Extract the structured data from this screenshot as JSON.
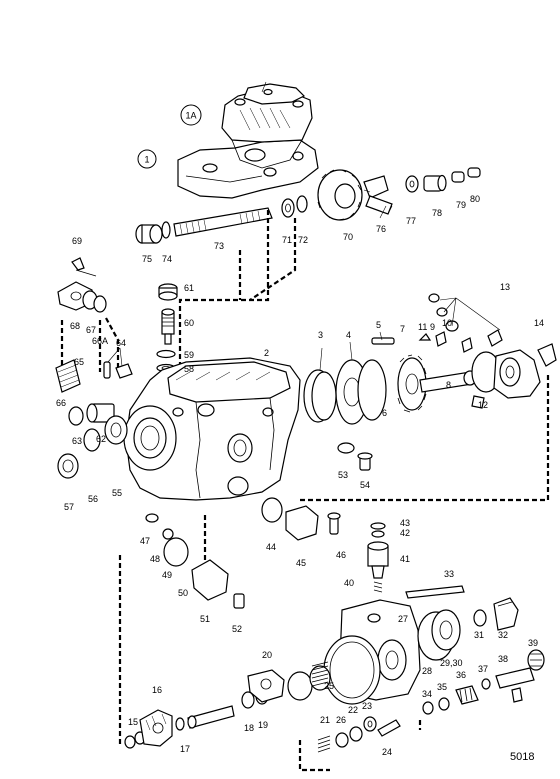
{
  "figure_code": "5018",
  "circled_labels": [
    {
      "id": "c1",
      "text": "1"
    },
    {
      "id": "c1a",
      "text": "1A"
    }
  ],
  "part_labels": [
    "2",
    "3",
    "4",
    "5",
    "6",
    "7",
    "8",
    "9",
    "10",
    "11",
    "12",
    "13",
    "14",
    "15",
    "16",
    "17",
    "18",
    "19",
    "20",
    "21",
    "22",
    "23",
    "24",
    "25",
    "26",
    "27",
    "28",
    "29,30",
    "31",
    "32",
    "33",
    "34",
    "35",
    "36",
    "37",
    "38",
    "39",
    "40",
    "41",
    "42",
    "43",
    "44",
    "45",
    "46",
    "47",
    "48",
    "49",
    "50",
    "51",
    "52",
    "53",
    "54",
    "55",
    "56",
    "57",
    "58",
    "59",
    "60",
    "61",
    "62",
    "63",
    "64",
    "65",
    "66",
    "66A",
    "67",
    "68",
    "69",
    "70",
    "71",
    "72",
    "73",
    "74",
    "75",
    "76",
    "77",
    "78",
    "79",
    "80"
  ]
}
